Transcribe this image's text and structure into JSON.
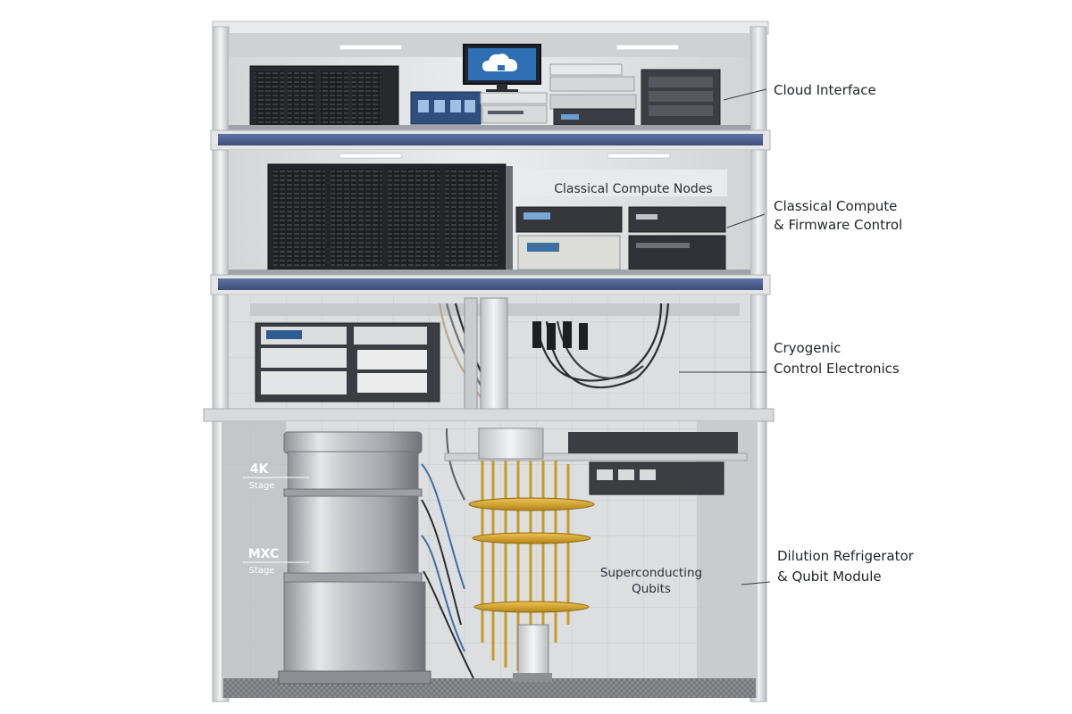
{
  "labels": {
    "cloud": "Cloud Interface",
    "classical_1": "Classical Compute",
    "classical_2": "& Firmware Control",
    "cryo_1": "Cryogenic",
    "cryo_2": "Control Electronics",
    "dilution_1": "Dilution Refrigerator",
    "dilution_2": "& Qubit Module"
  },
  "inner_labels": {
    "compute_nodes": "Classical Compute Nodes",
    "qubits_1": "Superconducting",
    "qubits_2": "Qubits"
  },
  "stages": {
    "k4_main": "4K",
    "k4_sub": "Stage",
    "mxc_main": "MXC",
    "mxc_sub": "Stage"
  },
  "icons": {
    "monitor": "cloud-icon"
  },
  "colors": {
    "frame": "#dfe1e3",
    "accent_band": "#4a5f8c",
    "gold": "#d8a51f",
    "rack": "#2c2f33"
  }
}
